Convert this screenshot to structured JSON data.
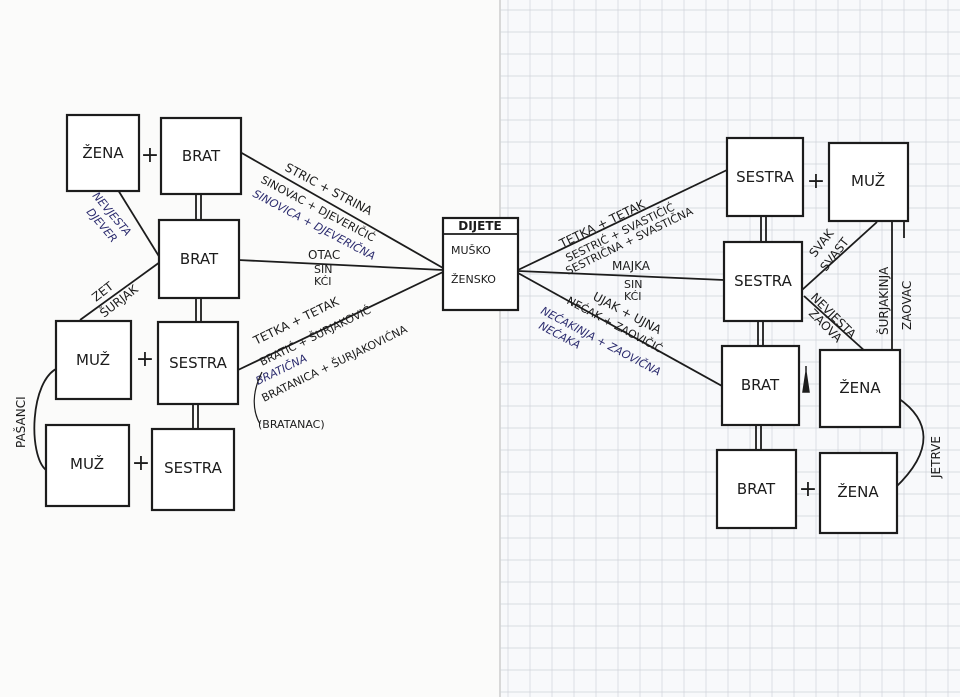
{
  "left": {
    "zena": "ŽENA",
    "brat_top": "BRAT",
    "brat_mid": "BRAT",
    "muz1": "MUŽ",
    "sestra1": "SESTRA",
    "muz2": "MUŽ",
    "sestra2": "SESTRA",
    "nevjesta": "NEVJESTA",
    "djever": "DJEVER",
    "zet": "ZET",
    "surjak": "ŠURJAK",
    "pasanci": "PAŠANCI"
  },
  "center": {
    "title": "DIJETE",
    "male": "MUŠKO",
    "female": "ŽENSKO"
  },
  "left_lines": {
    "stric_strina": "STRIC + STRINA",
    "sinovac": "SINOVAC + DJEVERIČIĆ",
    "sinovica": "SINOVICA + DJEVERIČNA",
    "otac": "OTAC",
    "sin": "SIN",
    "kci": "KĆI",
    "tetka_tetak": "TETKA + TETAK",
    "bratic": "BRATIĆ + ŠURJAKOVIĆ",
    "braticna": "BRATIČNA",
    "bratanica": "BRATANICA + ŠURJAKOVIĆNA",
    "bratanac": "(BRATANAC)"
  },
  "right_lines": {
    "tetka_tetak": "TETKA + TETAK",
    "sestric": "SESTRIĆ + SVASTIČIĆ",
    "sestricna": "SESTRIČNA + SVASTIČNA",
    "majka": "MAJKA",
    "sin": "SIN",
    "kci": "KĆI",
    "ujak_ujna": "UJAK + UJNA",
    "necak": "NEĆAK + ZAOVIČIĆ",
    "necakinja": "NEĆAKINJA + ZAOVIČNA",
    "necaka": "NEĆAKA"
  },
  "right": {
    "sestra_top": "SESTRA",
    "muz": "MUŽ",
    "sestra_mid": "SESTRA",
    "brat1": "BRAT",
    "zena1": "ŽENA",
    "brat2": "BRAT",
    "zena2": "ŽENA",
    "svak": "SVAK",
    "svast": "SVAST",
    "nevjesta": "NEVJESTA",
    "zaova": "ZAOVA",
    "surjakinja": "ŠURJAKINJA",
    "zaovac": "ZAOVAC",
    "jetrve": "JETRVE"
  },
  "plus": "+"
}
